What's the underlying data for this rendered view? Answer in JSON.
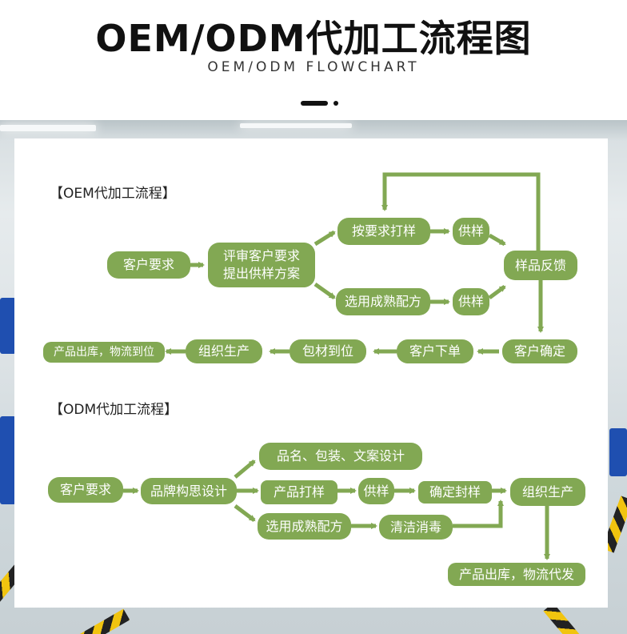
{
  "header": {
    "title": "OEM/ODM代加工流程图",
    "subtitle": "OEM/ODM FLOWCHART"
  },
  "colors": {
    "node_green": "#82a853",
    "arrow_green": "#82a853",
    "text_white": "#ffffff"
  },
  "oem": {
    "section_title": "【OEM代加工流程】",
    "nodes": {
      "customer_request": "客户要求",
      "review_line1": "评审客户要求",
      "review_line2": "提出供样方案",
      "sample_by_request": "按要求打样",
      "supply_sample_1": "供样",
      "select_formula": "选用成熟配方",
      "supply_sample_2": "供样",
      "sample_feedback": "样品反馈",
      "customer_confirm": "客户确定",
      "customer_order": "客户下单",
      "packaging_arrival": "包材到位",
      "organize_production": "组织生产",
      "ship_logistics": "产品出库，物流到位"
    }
  },
  "odm": {
    "section_title": "【ODM代加工流程】",
    "nodes": {
      "customer_request": "客户要求",
      "brand_concept": "品牌构思设计",
      "name_package_design": "品名、包装、文案设计",
      "product_sampling": "产品打样",
      "supply_sample": "供样",
      "confirm_seal_sample": "确定封样",
      "organize_production": "组织生产",
      "select_formula": "选用成熟配方",
      "purify_sterilize": "清洁消毒",
      "ship_logistics": "产品出库，物流代发"
    }
  }
}
